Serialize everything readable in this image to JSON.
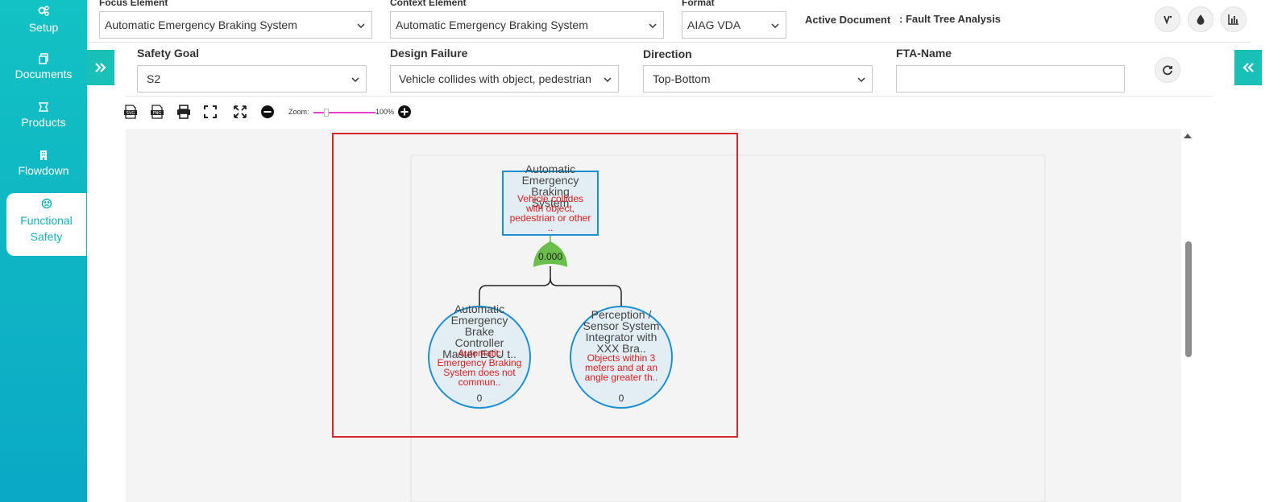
{
  "sidebar": {
    "items": [
      {
        "label": "Setup",
        "icon": "gears-icon"
      },
      {
        "label": "Documents",
        "icon": "documents-icon"
      },
      {
        "label": "Products",
        "icon": "products-icon"
      },
      {
        "label": "Flowdown",
        "icon": "building-icon"
      },
      {
        "label": "Functional Safety",
        "label_line1": "Functional",
        "label_line2": "Safety",
        "icon": "sad-face-icon",
        "active": true
      }
    ]
  },
  "header": {
    "focus_element_label": "Focus Element",
    "focus_element_value": "Automatic Emergency Braking System",
    "context_element_label": "Context Element",
    "context_element_value": "Automatic Emergency Braking System",
    "format_label": "Format",
    "format_value": "AIAG VDA",
    "active_document_label": "Active Document",
    "active_document_value": ": Fault Tree Analysis"
  },
  "filters": {
    "safety_goal_label": "Safety Goal",
    "safety_goal_value": "S2",
    "design_failure_label": "Design Failure",
    "design_failure_value": "Vehicle collides with object, pedestrian",
    "direction_label": "Direction",
    "direction_value": "Top-Bottom",
    "fta_name_label": "FTA-Name",
    "fta_name_value": ""
  },
  "toolbar": {
    "zoom_label": "Zoom:",
    "zoom_value": "100%",
    "zoom_level": 1.0
  },
  "diagram": {
    "top_event": {
      "title_lines": [
        "Automatic",
        "Emergency",
        "Braking",
        "System"
      ],
      "desc_lines": [
        "Vehicle collides",
        "with object,",
        "pedestrian or other",
        ".."
      ]
    },
    "gate": {
      "type": "OR",
      "value": "0.000"
    },
    "children": [
      {
        "title_lines": [
          "Automatic",
          "Emergency",
          "Brake",
          "Controller",
          "Master ECU t.."
        ],
        "desc_lines": [
          "Automatic",
          "Emergency Braking",
          "System does not",
          "commun.."
        ],
        "value": "0"
      },
      {
        "title_lines": [
          "Perception /",
          "Sensor System",
          "Integrator with",
          "XXX Bra.."
        ],
        "desc_lines": [
          "Objects within 3",
          "meters and at an",
          "angle greater th.."
        ],
        "value": "0"
      }
    ]
  },
  "colors": {
    "sidebar_teal": "#12c2c4",
    "accent_teal": "#19c0b8",
    "highlight_red": "#d9262b",
    "node_border": "#1c8fd1",
    "node_fill": "#e3eef4",
    "gate_green": "#6abf4b",
    "desc_red": "#e01c1c"
  }
}
